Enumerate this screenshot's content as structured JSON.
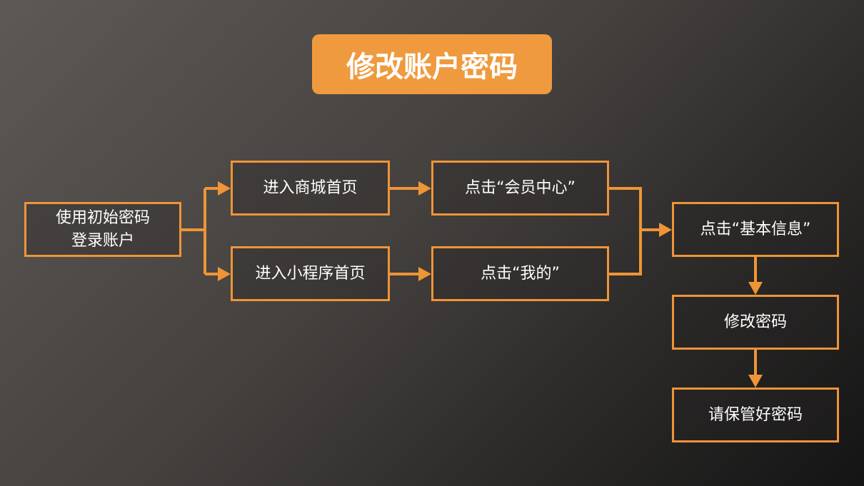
{
  "title": "修改账户密码",
  "nodes": {
    "start": {
      "line1": "使用初始密码",
      "line2": "登录账户"
    },
    "mall_home": "进入商城首页",
    "miniapp_home": "进入小程序首页",
    "member_center": "点击“会员中心”",
    "mine": "点击“我的”",
    "basic_info": "点击“基本信息”",
    "change_password": "修改密码",
    "keep_password": "请保管好密码"
  },
  "colors": {
    "accent": "#ef9437",
    "title_bg": "#ef9a3e"
  }
}
